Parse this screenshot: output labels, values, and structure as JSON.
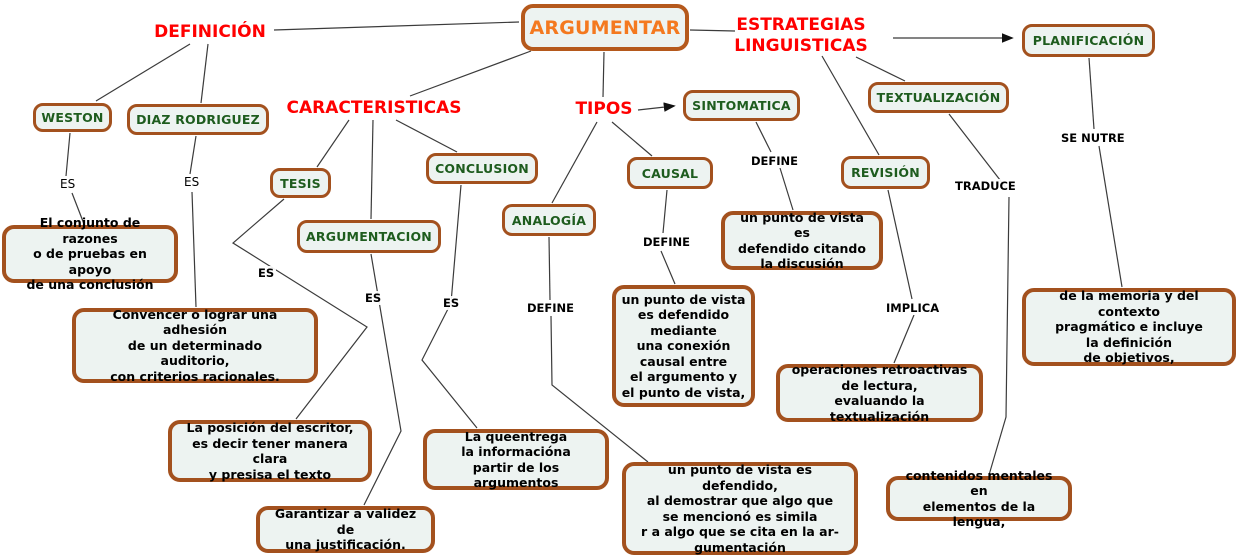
{
  "headers": {
    "definicion": {
      "label": "DEFINICIÓN"
    },
    "caracteristicas": {
      "label": "CARACTERISTICAS"
    },
    "tipos": {
      "label": "TIPOS"
    },
    "estrategias": {
      "label": "ESTRATEGIAS\nLINGUISTICAS"
    }
  },
  "concepts": {
    "argumentar": {
      "label": "ARGUMENTAR"
    },
    "weston": {
      "label": "WESTON"
    },
    "diaz": {
      "label": "DIAZ RODRIGUEZ"
    },
    "tesis": {
      "label": "TESIS"
    },
    "argumentacion": {
      "label": "ARGUMENTACION"
    },
    "conclusion": {
      "label": "CONCLUSION"
    },
    "analogia": {
      "label": "ANALOGÍA"
    },
    "causal": {
      "label": "CAUSAL"
    },
    "sintomatica": {
      "label": "SINTOMATICA"
    },
    "textualizacion": {
      "label": "TEXTUALIZACIÓN"
    },
    "revision": {
      "label": "REVISIÓN"
    },
    "planificacion": {
      "label": "PLANIFICACIÓN"
    }
  },
  "descriptions": {
    "weston_def": {
      "text": "El conjunto de razones\no de pruebas en apoyo\nde una conclusión"
    },
    "diaz_def": {
      "text": "Convencer o lograr una adhesión\nde un determinado\nauditorio,\ncon criterios racionales."
    },
    "tesis_def": {
      "text": "La posición del escritor,\nes decir tener manera clara\ny presisa el texto"
    },
    "argumentacion_def": {
      "text": "Garantizar a validez de\nuna justificación."
    },
    "conclusion_def": {
      "text": "La queentrega\nla informacióna\npartir de los argumentos"
    },
    "causal_def": {
      "text": "un punto de vista\nes defendido\nmediante\nuna conexión\ncausal entre\nel argumento y\nel punto de vista,"
    },
    "sintomatica_def": {
      "text": "un punto de vista es\ndefendido citando\nla discusión"
    },
    "analogia_def": {
      "text": "un punto de vista es defendido,\nal demostrar que algo que\nse mencionó es simila\nr a algo que se cita en la ar-\ngumentación"
    },
    "revision_def": {
      "text": "operaciones retroactivas\nde lectura,\nevaluando la textualización"
    },
    "textualizacion_def": {
      "text": "contenidos mentales en\nelementos de la lengua,"
    },
    "planificacion_def": {
      "text": "de la memoria y del contexto\npragmático e incluye\nla definición\nde objetivos,"
    }
  },
  "link_labels": {
    "es_weston": "ES",
    "es_diaz": "ES",
    "es_tesis": "ES",
    "es_argumentacion": "ES",
    "es_conclusion": "ES",
    "define_analogia": "DEFINE",
    "define_causal": "DEFINE",
    "define_sintomatica": "DEFINE",
    "implica": "IMPLICA",
    "traduce": "TRADUCE",
    "se_nutre": "SE NUTRE"
  },
  "colors": {
    "header_red": "#FF0000",
    "concept_green": "#1E5C1E",
    "argumentar_orange": "#F4791F",
    "box_fill": "#EDF3F1",
    "box_border": "#A3511E",
    "line": "#3B3B3B",
    "label_text": "#000000",
    "background": "#FFFFFF"
  }
}
